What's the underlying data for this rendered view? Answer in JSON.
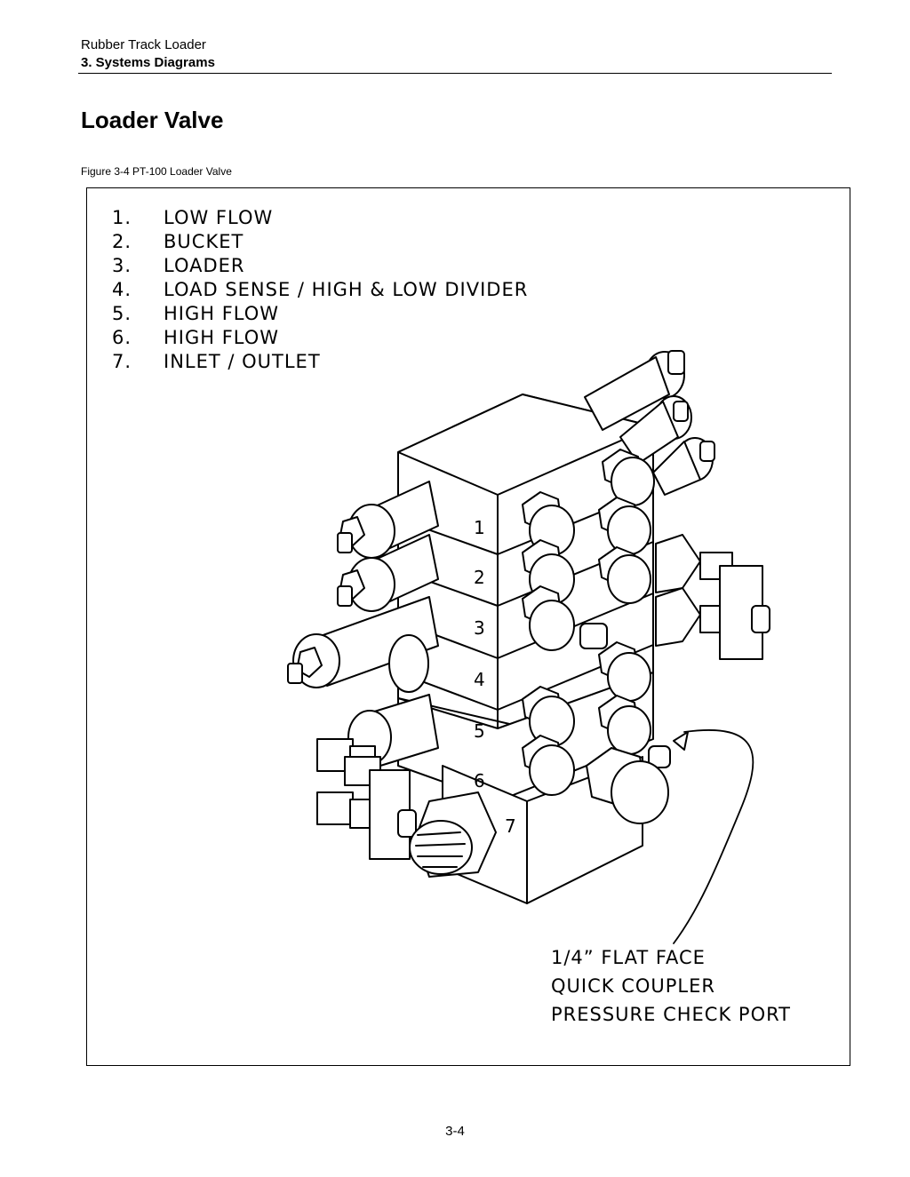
{
  "header": {
    "doc_title": "Rubber Track Loader",
    "section": "3. Systems Diagrams"
  },
  "page_title": "Loader Valve",
  "figure": {
    "caption": "Figure 3-4 PT-100 Loader Valve",
    "legend": [
      {
        "num": "1.",
        "label": "LOW FLOW"
      },
      {
        "num": "2.",
        "label": "BUCKET"
      },
      {
        "num": "3.",
        "label": "LOADER"
      },
      {
        "num": "4.",
        "label": "LOAD SENSE / HIGH & LOW DIVIDER"
      },
      {
        "num": "5.",
        "label": "HIGH FLOW"
      },
      {
        "num": "6.",
        "label": "HIGH FLOW"
      },
      {
        "num": "7.",
        "label": "INLET / OUTLET"
      }
    ],
    "section_numbers": [
      "1",
      "2",
      "3",
      "4",
      "5",
      "6",
      "7"
    ],
    "port_label": [
      "1/4” FLAT FACE",
      "QUICK COUPLER",
      "PRESSURE CHECK PORT"
    ]
  },
  "page_number": "3-4"
}
